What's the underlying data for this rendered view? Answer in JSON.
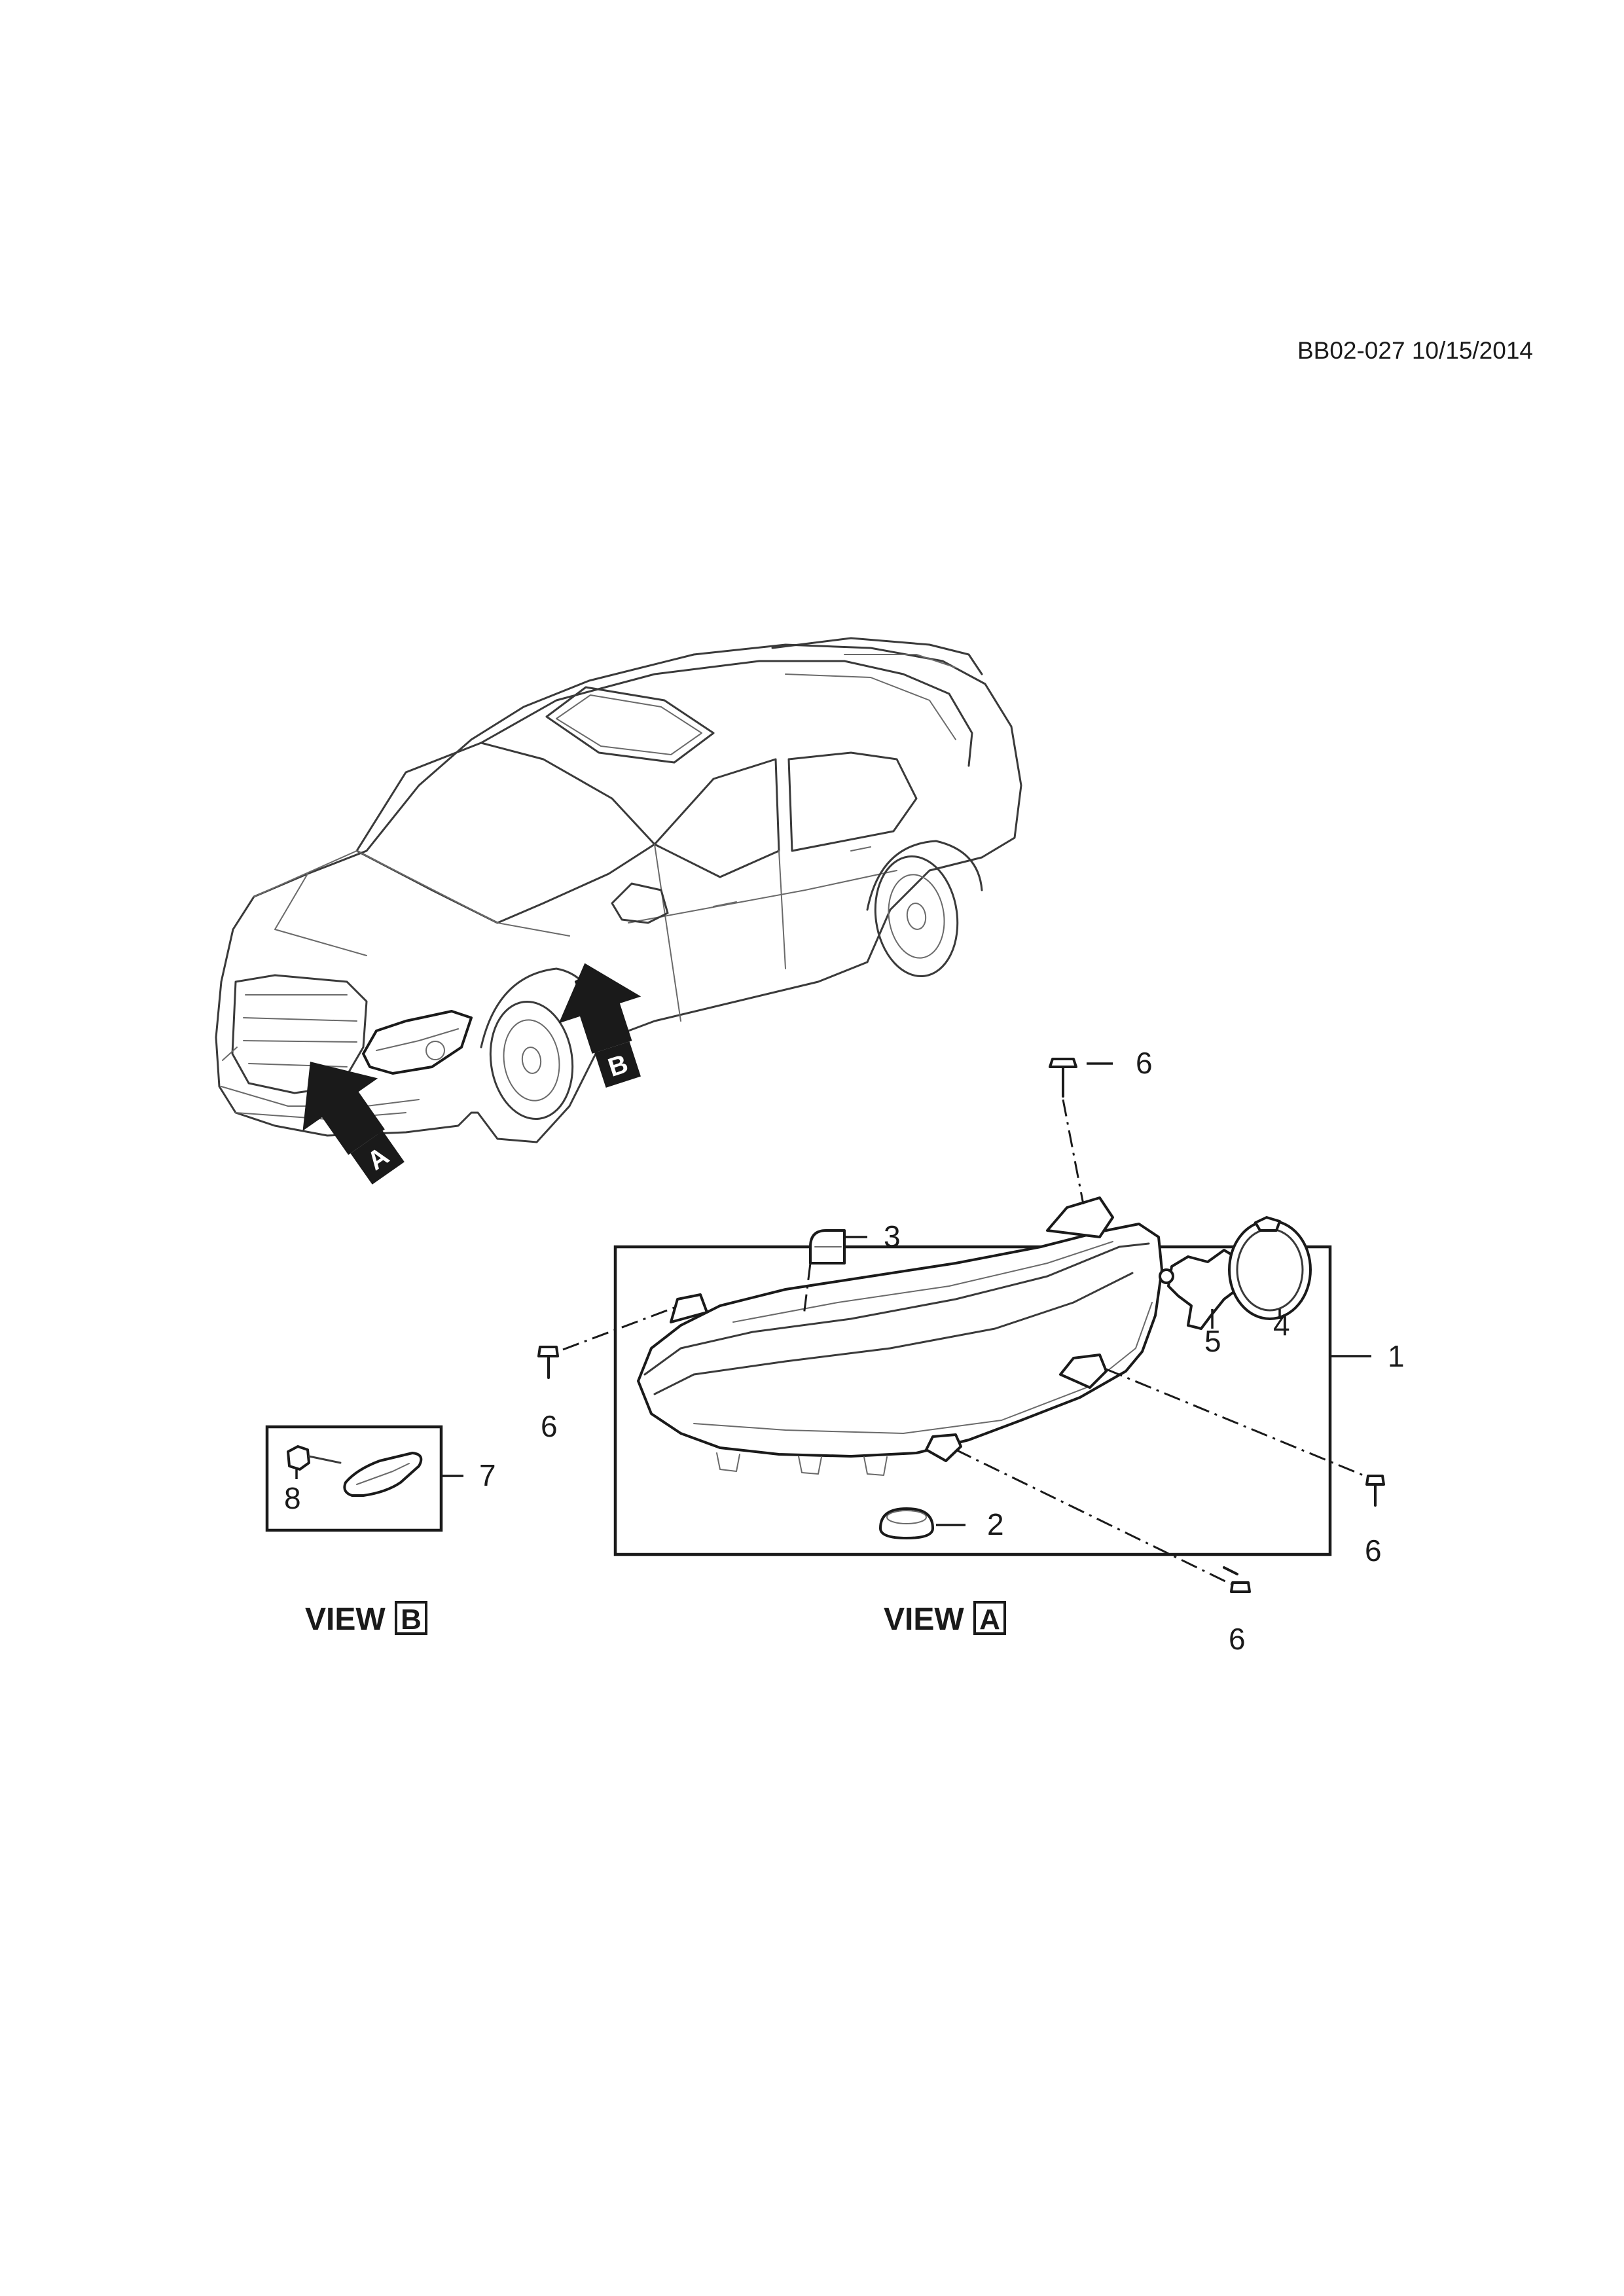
{
  "diagram": {
    "reference": "BB02-027 10/15/2014",
    "arrow_labels": [
      "A",
      "B"
    ],
    "views": [
      {
        "word": "VIEW",
        "key": "B"
      },
      {
        "word": "VIEW",
        "key": "A"
      }
    ],
    "callouts": [
      "1",
      "2",
      "3",
      "4",
      "5",
      "6",
      "6",
      "6",
      "6",
      "7",
      "8"
    ]
  }
}
